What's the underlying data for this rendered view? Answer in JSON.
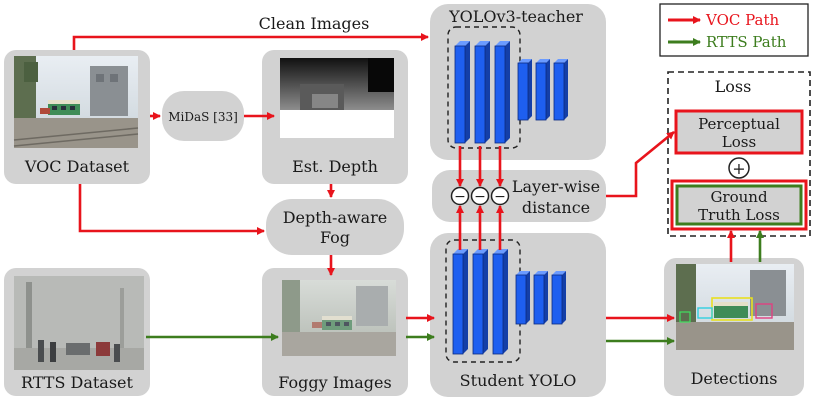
{
  "labels": {
    "clean_images": "Clean Images",
    "midas": "MiDaS [33]",
    "voc_dataset": "VOC Dataset",
    "est_depth": "Est. Depth",
    "depth_aware_fog_1": "Depth-aware",
    "depth_aware_fog_2": "Fog",
    "rtts_dataset": "RTTS Dataset",
    "foggy_images": "Foggy Images",
    "teacher": "YOLOv3-teacher",
    "student": "Student YOLO",
    "layerwise_1": "Layer-wise",
    "layerwise_2": "distance",
    "loss_title": "Loss",
    "perceptual_1": "Perceptual",
    "perceptual_2": "Loss",
    "plus": "+",
    "ground_1": "Ground",
    "ground_2": "Truth Loss",
    "detections": "Detections",
    "minus": "−"
  },
  "legend": {
    "voc_path": "VOC Path",
    "rtts_path": "RTTS Path"
  },
  "colors": {
    "voc_red": "#e8141c",
    "rtts_green": "#3d7d1e",
    "node_gray": "#d2d2d2",
    "layer_blue": "#1e5ff0"
  }
}
